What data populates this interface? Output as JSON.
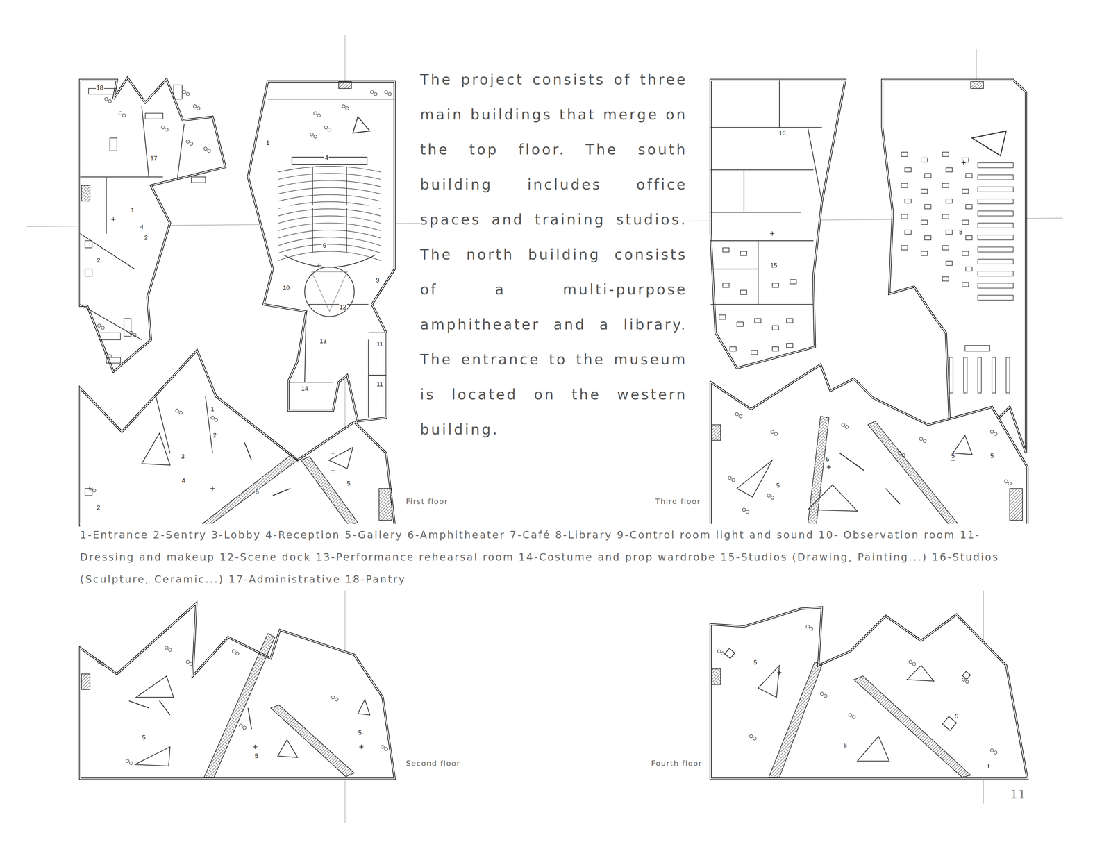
{
  "diagram": {
    "labels": [
      "The project consists of three main buildings that merge on the top floor. The south building includes office spaces and training studios. The north building consists of a multi-purpose amphitheater and a library. The entrance to the museum is located on the western building.",
      "18",
      "17",
      "1",
      "4",
      "2",
      "2",
      "1",
      "4",
      "6",
      "10",
      "9",
      "12",
      "13",
      "11",
      "11",
      "14",
      "1",
      "2",
      "3",
      "4",
      "2",
      "5",
      "5",
      "First floor",
      "16",
      "15",
      "8",
      "5",
      "5",
      "5",
      "5",
      "Third floor",
      "1-Entrance 2-Sentry 3-Lobby 4-Reception 5-Gallery 6-Amphitheater 7-Café 8-Library 9-Control room light and sound 10- Observation room 11-Dressing and makeup 12-Scene dock 13-Performance rehearsal room 14-Costume and prop wardrobe 15-Studios (Drawing, Painting...) 16-Studios (Sculpture, Ceramic...) 17-Administrative 18-Pantry",
      "5",
      "5",
      "5",
      "Second floor",
      "5",
      "5",
      "5",
      "Fourth floor",
      "11"
    ]
  }
}
